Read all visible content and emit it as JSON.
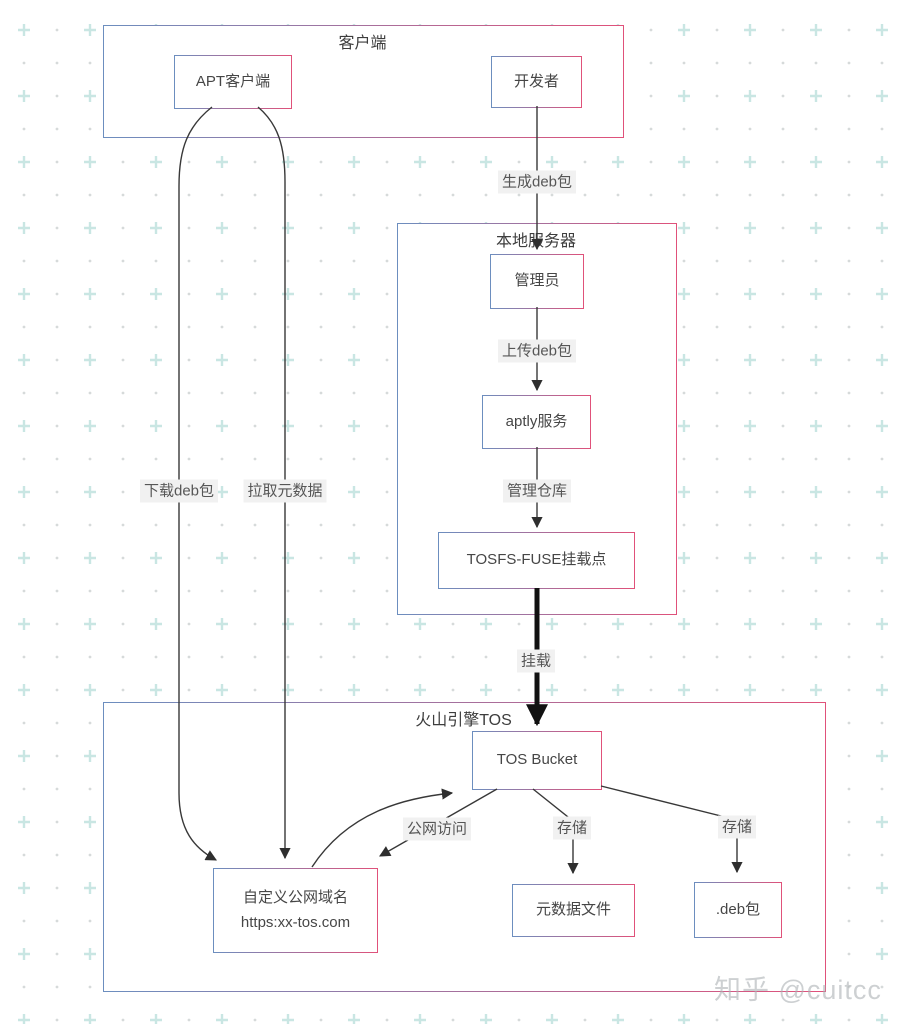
{
  "diagram": {
    "groups": {
      "client": {
        "title": "客户端"
      },
      "local_server": {
        "title": "本地服务器"
      },
      "volcano_tos": {
        "title": "火山引擎TOS"
      }
    },
    "nodes": {
      "apt_client": {
        "label": "APT客户端"
      },
      "developer": {
        "label": "开发者"
      },
      "admin": {
        "label": "管理员"
      },
      "aptly_service": {
        "label": "aptly服务"
      },
      "tosfs_fuse": {
        "label": "TOSFS-FUSE挂载点"
      },
      "tos_bucket": {
        "label": "TOS Bucket"
      },
      "custom_domain": {
        "line1": "自定义公网域名",
        "line2": "https:xx-tos.com"
      },
      "metadata_file": {
        "label": "元数据文件"
      },
      "deb_package": {
        "label": ".deb包"
      }
    },
    "edge_labels": {
      "generate_deb": "生成deb包",
      "upload_deb": "上传deb包",
      "manage_repo": "管理仓库",
      "mount": "挂载",
      "download_deb": "下载deb包",
      "pull_metadata": "拉取元数据",
      "public_access": "公网访问",
      "store_metadata": "存储",
      "store_deb": "存储"
    },
    "colors": {
      "border_blue": "#6c8ebf",
      "border_pink": "#e0517a",
      "connector": "#383838",
      "label_bg": "#f1f1f1",
      "pattern_plus": "#c9e6e3",
      "pattern_dot": "#d6dada"
    }
  },
  "watermark": {
    "text": "知乎 @cuitcc"
  }
}
